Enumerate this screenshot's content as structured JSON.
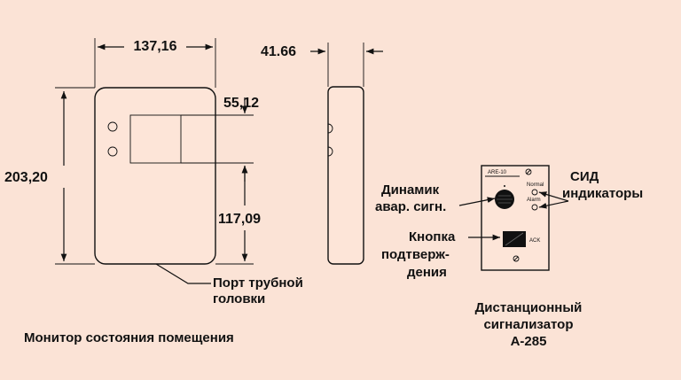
{
  "dimensions": {
    "width": "137,16",
    "depth": "41.66",
    "window": "55,12",
    "height": "203,20",
    "lower": "117,09"
  },
  "labels": {
    "port": [
      "Порт трубной",
      "головки"
    ],
    "monitor_caption": "Монитор состояния помещения",
    "speaker": [
      "Динамик",
      "авар. сигн."
    ],
    "button": [
      "Кнопка",
      "подтверж-",
      "дения"
    ],
    "led": [
      "СИД",
      "индикаторы"
    ],
    "remote_caption": [
      "Дистанционный",
      "сигнализатор",
      "А-285"
    ]
  },
  "panel": {
    "top_label": "ARE-10",
    "normal_label": "Normal",
    "alarm_label": "Alarm",
    "ack_label": "ACK"
  },
  "colors": {
    "background": "#fbe3d6",
    "line": "#111111"
  }
}
